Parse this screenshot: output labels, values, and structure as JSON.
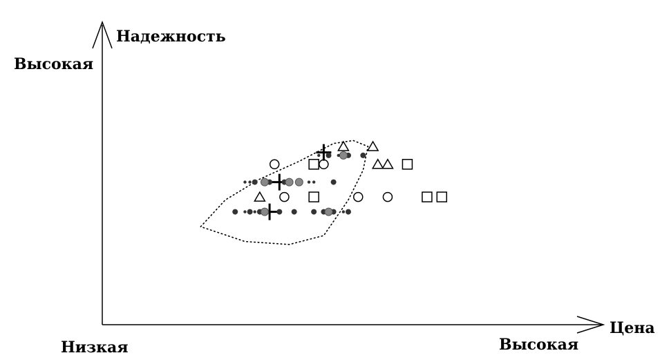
{
  "chart_data": {
    "type": "scatter",
    "title": "",
    "ylabel": "Надежность",
    "xlabel": "Цена",
    "y_high_label": "Высокая",
    "x_high_label": "Высокая",
    "origin_label": "Низкая",
    "xlim": [
      0,
      10
    ],
    "ylim": [
      0,
      10
    ],
    "grid": false,
    "legend": "none",
    "colors": {
      "axis": "#000000",
      "filled": "#333333",
      "shaded": "#888888",
      "outline": "#000000"
    },
    "series": [
      {
        "marker": "triangle",
        "points": [
          [
            4.9,
            6.0
          ],
          [
            5.6,
            5.4
          ],
          [
            5.5,
            6.0
          ],
          [
            5.8,
            5.4
          ],
          [
            3.2,
            4.3
          ]
        ]
      },
      {
        "marker": "square",
        "points": [
          [
            4.3,
            5.4
          ],
          [
            6.2,
            5.4
          ],
          [
            4.3,
            4.3
          ],
          [
            6.6,
            4.3
          ],
          [
            6.9,
            4.3
          ]
        ]
      },
      {
        "marker": "circle",
        "points": [
          [
            3.5,
            5.4
          ],
          [
            4.5,
            5.4
          ],
          [
            3.7,
            4.3
          ],
          [
            5.2,
            4.3
          ],
          [
            5.8,
            4.3
          ]
        ]
      },
      {
        "marker": "cross",
        "points": [
          [
            4.5,
            5.8
          ],
          [
            3.6,
            4.8
          ],
          [
            3.4,
            3.8
          ]
        ]
      },
      {
        "marker": "dot-large",
        "points": [
          [
            3.1,
            4.8
          ],
          [
            3.4,
            4.8
          ],
          [
            3.7,
            4.8
          ],
          [
            4.0,
            4.8
          ],
          [
            4.7,
            4.8
          ],
          [
            4.6,
            5.7
          ],
          [
            5.0,
            5.7
          ],
          [
            5.3,
            5.7
          ],
          [
            2.7,
            3.8
          ],
          [
            3.0,
            3.8
          ],
          [
            3.2,
            3.8
          ],
          [
            3.6,
            3.8
          ],
          [
            3.9,
            3.8
          ],
          [
            4.3,
            3.8
          ],
          [
            4.5,
            3.8
          ],
          [
            4.7,
            3.8
          ],
          [
            5.0,
            3.8
          ]
        ]
      },
      {
        "marker": "dot-shaded",
        "points": [
          [
            3.3,
            4.8
          ],
          [
            3.8,
            4.8
          ],
          [
            4.0,
            4.8
          ],
          [
            4.9,
            5.7
          ],
          [
            3.3,
            3.8
          ],
          [
            4.6,
            3.8
          ]
        ]
      },
      {
        "marker": "dot-small",
        "points": [
          [
            2.9,
            4.8
          ],
          [
            3.0,
            4.8
          ],
          [
            4.2,
            4.8
          ],
          [
            4.3,
            4.8
          ],
          [
            4.4,
            5.7
          ],
          [
            4.8,
            5.7
          ],
          [
            2.9,
            3.8
          ],
          [
            3.1,
            3.8
          ],
          [
            4.9,
            3.8
          ]
        ]
      }
    ],
    "hull": [
      [
        2.0,
        3.3
      ],
      [
        2.5,
        4.2
      ],
      [
        3.2,
        4.9
      ],
      [
        4.0,
        5.5
      ],
      [
        4.7,
        6.1
      ],
      [
        5.1,
        6.2
      ],
      [
        5.4,
        6.0
      ],
      [
        5.3,
        5.2
      ],
      [
        5.0,
        4.2
      ],
      [
        4.5,
        3.0
      ],
      [
        3.8,
        2.7
      ],
      [
        2.9,
        2.8
      ],
      [
        2.0,
        3.3
      ]
    ]
  }
}
